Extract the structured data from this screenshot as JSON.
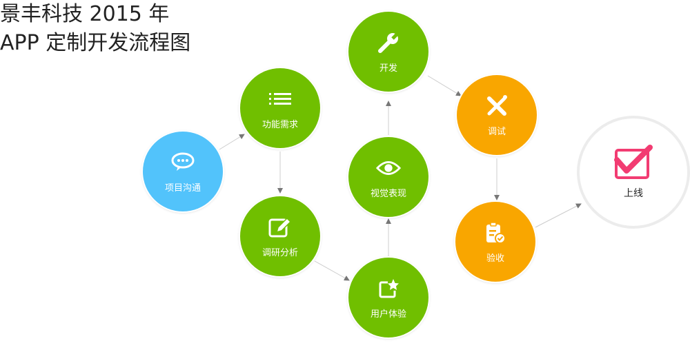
{
  "title": {
    "line1": "景丰科技 2015 年",
    "line2": "APP 定制开发流程图"
  },
  "colors": {
    "blue": "#52c3fb",
    "green": "#70bf00",
    "orange": "#f9a600",
    "pink": "#f23c72"
  },
  "nodes": [
    {
      "id": "communication",
      "label": "项目沟通",
      "icon": "chat-bubble-icon"
    },
    {
      "id": "requirements",
      "label": "功能需求",
      "icon": "list-icon"
    },
    {
      "id": "research",
      "label": "调研分析",
      "icon": "edit-icon"
    },
    {
      "id": "ux",
      "label": "用户体验",
      "icon": "star-box-icon"
    },
    {
      "id": "visual",
      "label": "视觉表现",
      "icon": "eye-icon"
    },
    {
      "id": "develop",
      "label": "开发",
      "icon": "wrench-icon"
    },
    {
      "id": "debug",
      "label": "调试",
      "icon": "tools-icon"
    },
    {
      "id": "acceptance",
      "label": "验收",
      "icon": "clipboard-check-icon"
    },
    {
      "id": "launch",
      "label": "上线",
      "icon": "checkbox-icon"
    }
  ]
}
